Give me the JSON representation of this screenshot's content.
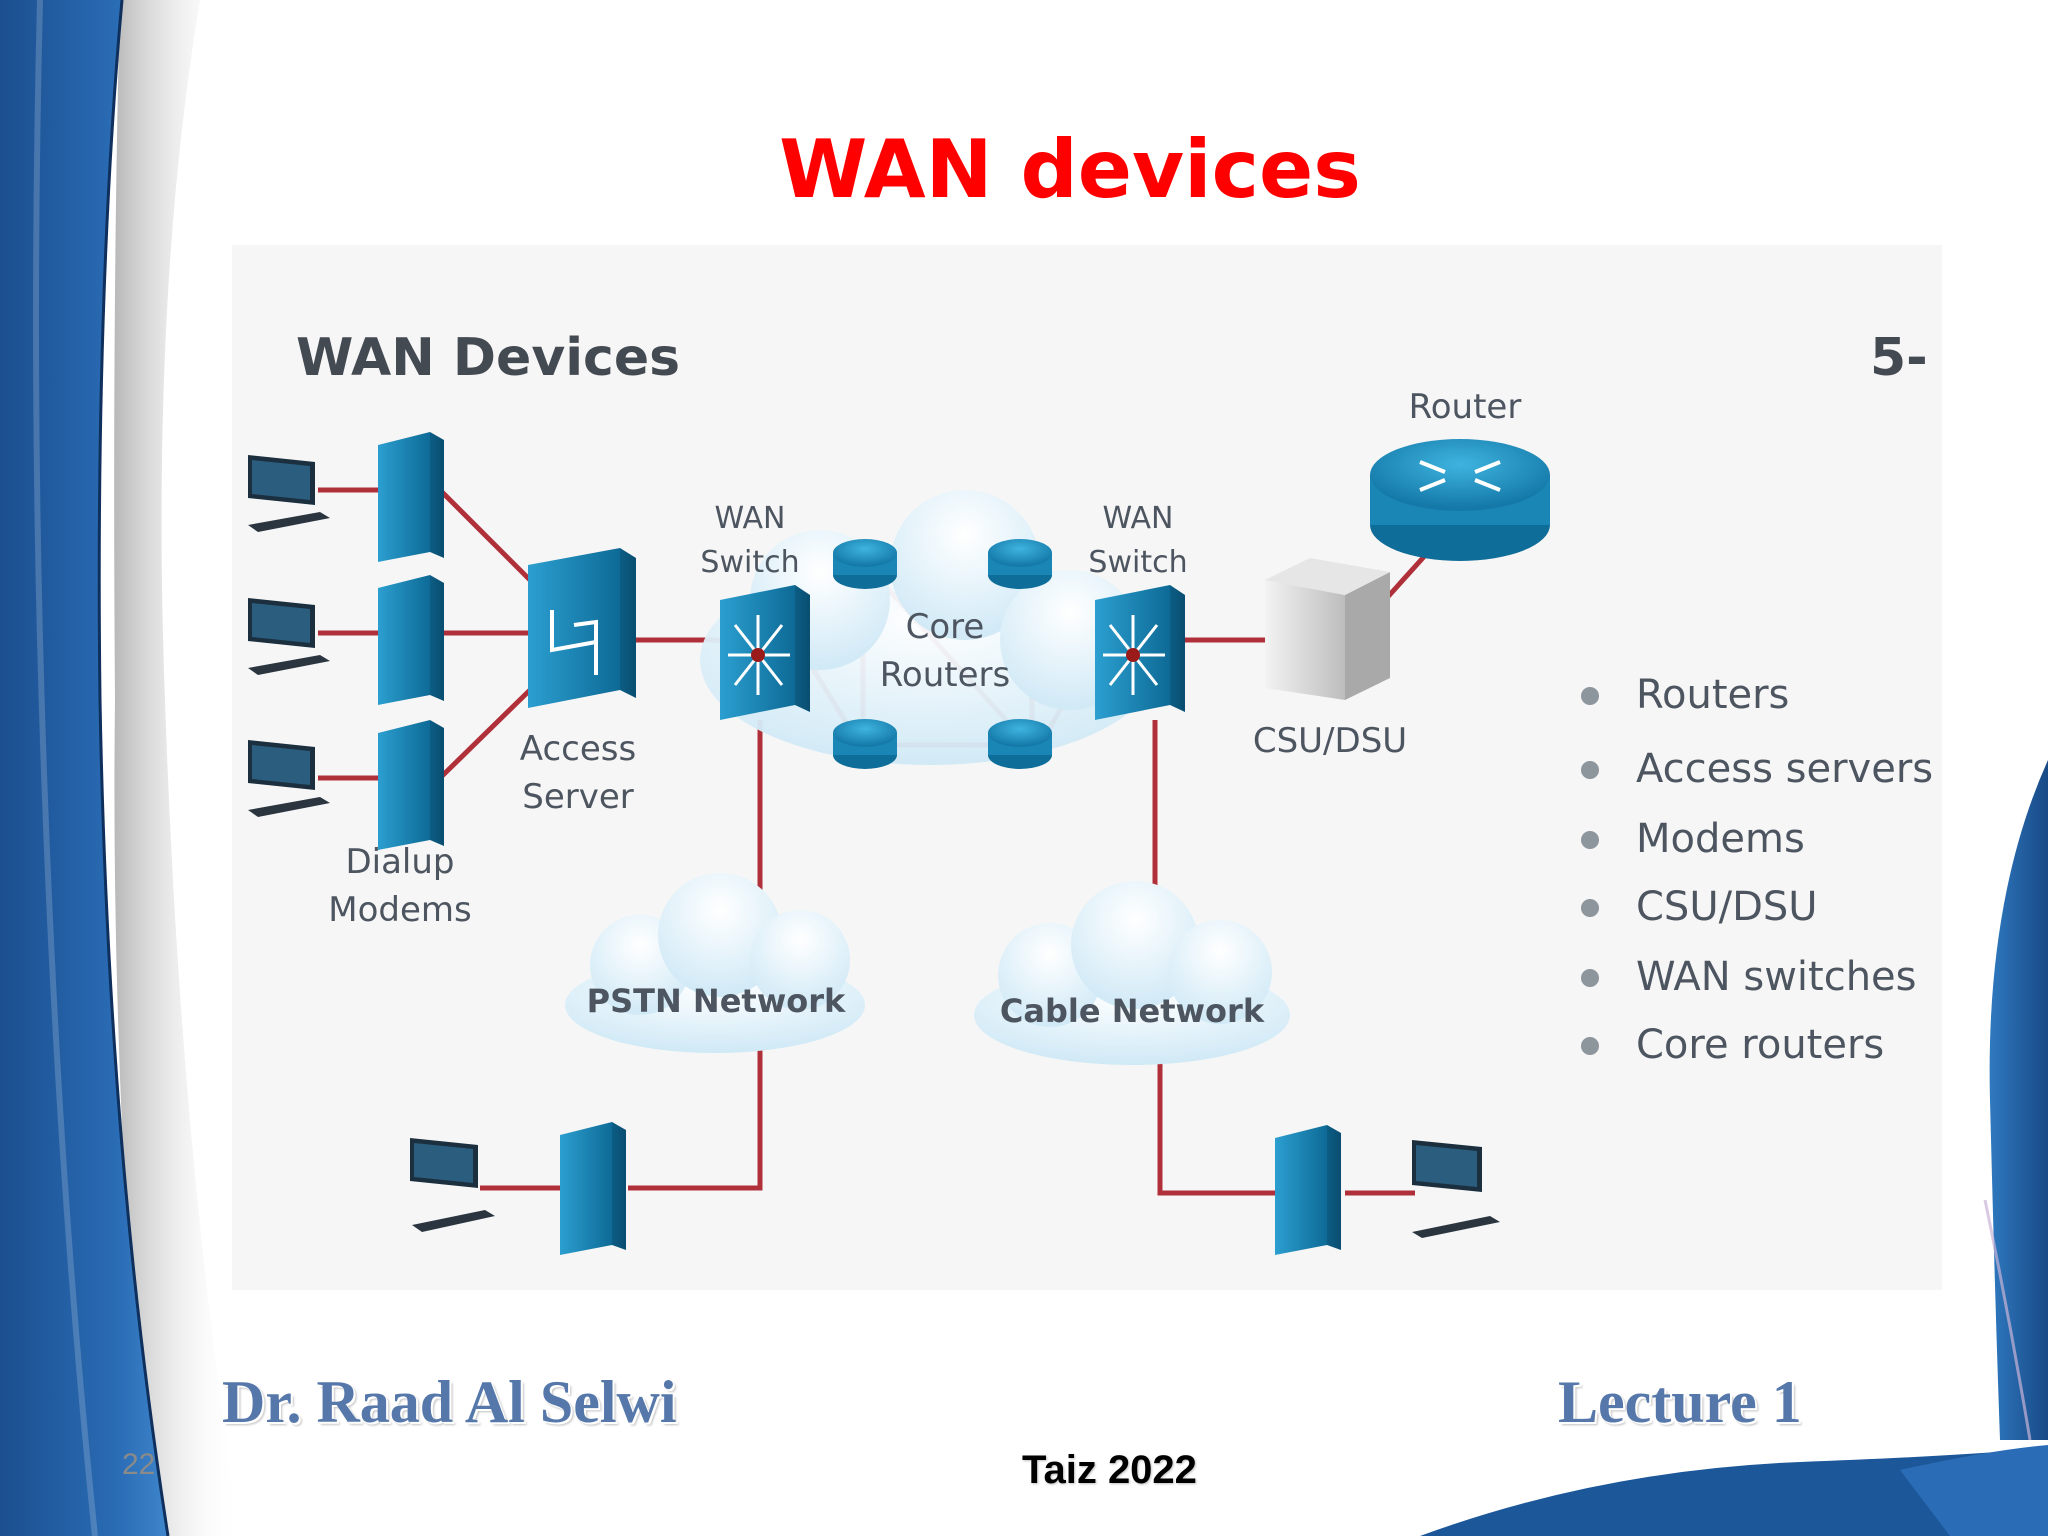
{
  "slide": {
    "title": "WAN devices",
    "author": "Dr. Raad Al Selwi",
    "lecture": "Lecture 1",
    "slide_number": "22",
    "footer": "Taiz 2022"
  },
  "diagram": {
    "heading": "WAN Devices",
    "corner_label": "5-",
    "labels": {
      "router": "Router",
      "wan_switch_left": [
        "WAN",
        "Switch"
      ],
      "wan_switch_right": [
        "WAN",
        "Switch"
      ],
      "core_routers": [
        "Core",
        "Routers"
      ],
      "access_server": [
        "Access",
        "Server"
      ],
      "dialup_modems": [
        "Dialup",
        "Modems"
      ],
      "csu_dsu": "CSU/DSU",
      "pstn_network": "PSTN Network",
      "cable_network": "Cable Network"
    },
    "bullets": [
      "Routers",
      "Access servers",
      "Modems",
      "CSU/DSU",
      "WAN switches",
      "Core routers"
    ]
  },
  "colors": {
    "title": "#ff0000",
    "footer_text": "#5577aa",
    "link": "#b0303a",
    "device_blue": "#1a86b6",
    "frame_blue": "#1f5fa3"
  },
  "icons": {
    "router": "router-icon",
    "wan_switch": "wan-switch-icon",
    "access_server": "access-server-icon",
    "modem": "modem-icon",
    "csu_dsu": "csu-dsu-icon",
    "pc": "pc-icon",
    "cloud": "cloud-icon"
  }
}
